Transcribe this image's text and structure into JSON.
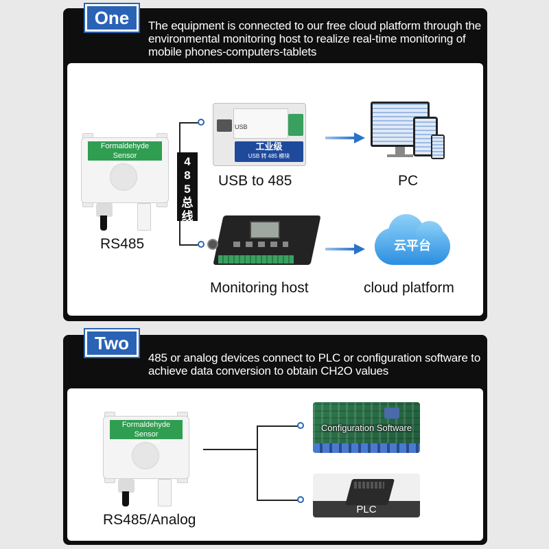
{
  "section_one": {
    "badge": "One",
    "description": "The equipment is connected to our free cloud platform through the environmental monitoring host to realize real-time monitoring of mobile phones-computers-tablets",
    "sensor": {
      "title": "Formaldehyde Sensor",
      "subtitle": "CH₂O Sensor",
      "label": "RS485"
    },
    "bus_label": [
      "4",
      "8",
      "5",
      "总",
      "线"
    ],
    "usb_converter": {
      "label": "USB to 485",
      "tag": "工业级",
      "tag_sub": "USB 转 485 模块",
      "port_text": "USB"
    },
    "pc": {
      "label": "PC"
    },
    "monitoring_host": {
      "label": "Monitoring host"
    },
    "cloud": {
      "label": "cloud platform",
      "text": "云平台"
    }
  },
  "section_two": {
    "badge": "Two",
    "description": "485 or analog devices connect to PLC or configuration software to achieve data conversion to obtain CH2O values",
    "sensor": {
      "title": "Formaldehyde Sensor",
      "subtitle": "CH₂O Sensor",
      "label": "RS485/Analog"
    },
    "config_software": {
      "label": "Configuration Software"
    },
    "plc": {
      "label": "PLC"
    }
  },
  "colors": {
    "badge": "#2a63b5",
    "panel": "#0e0e0e",
    "sensor_green": "#2f9e50",
    "arrow": "#2a73c8"
  }
}
